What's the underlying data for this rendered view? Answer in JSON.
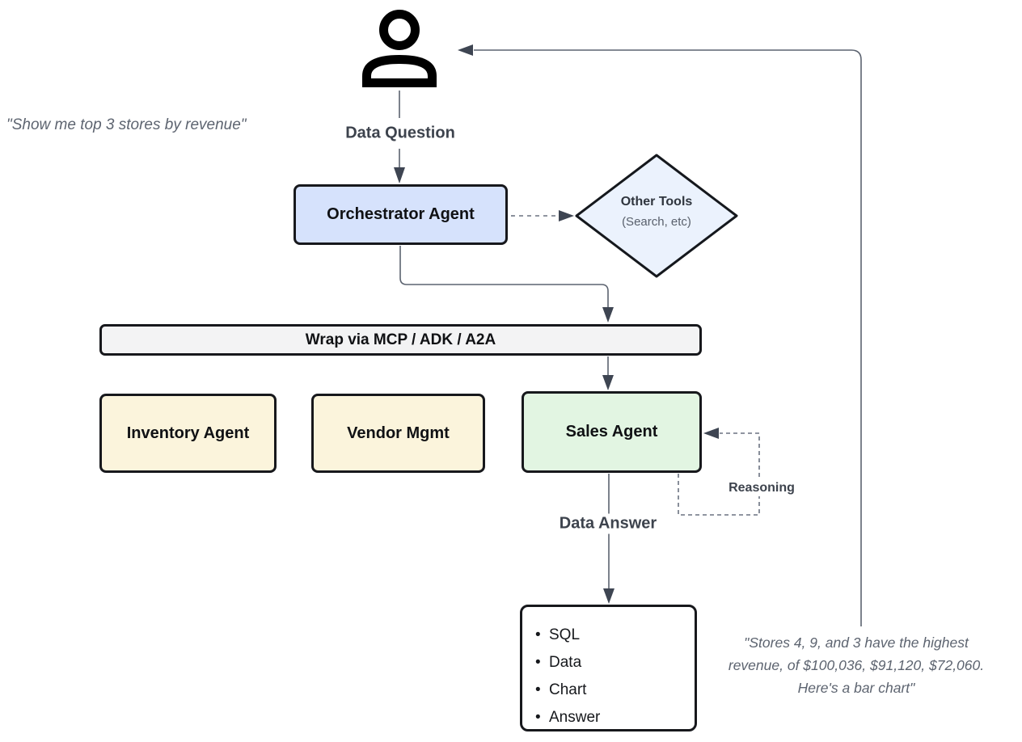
{
  "labels": {
    "data_question": "Data Question",
    "data_answer": "Data Answer",
    "reasoning": "Reasoning"
  },
  "nodes": {
    "orchestrator": {
      "label": "Orchestrator Agent",
      "fill": "#d6e2fc"
    },
    "other_tools": {
      "title": "Other Tools",
      "subtitle": "(Search, etc)",
      "fill": "#ebf2fd"
    },
    "wrap_bar": {
      "label": "Wrap via MCP / ADK / A2A",
      "fill": "#f3f3f4"
    },
    "inventory_agent": {
      "label": "Inventory Agent",
      "fill": "#fbf4dc"
    },
    "vendor_mgmt": {
      "label": "Vendor Mgmt",
      "fill": "#fbf4dc"
    },
    "sales_agent": {
      "label": "Sales Agent",
      "fill": "#e2f5e2"
    },
    "output_box": {
      "items": [
        "SQL",
        "Data",
        "Chart",
        "Answer"
      ]
    }
  },
  "quotes": {
    "user_quote": "\"Show me top 3 stores by revenue\"",
    "answer_quote_lines": [
      "\"Stores 4, 9, and 3 have the highest",
      "revenue, of $100,036, $91,120, $72,060.",
      "Here's a bar chart\""
    ]
  },
  "colors": {
    "line": "#5c6370",
    "arrowhead": "#3e4552",
    "node_border": "#17181c",
    "edge_label_text": "#3d434d",
    "quote_text": "#5d6470"
  }
}
